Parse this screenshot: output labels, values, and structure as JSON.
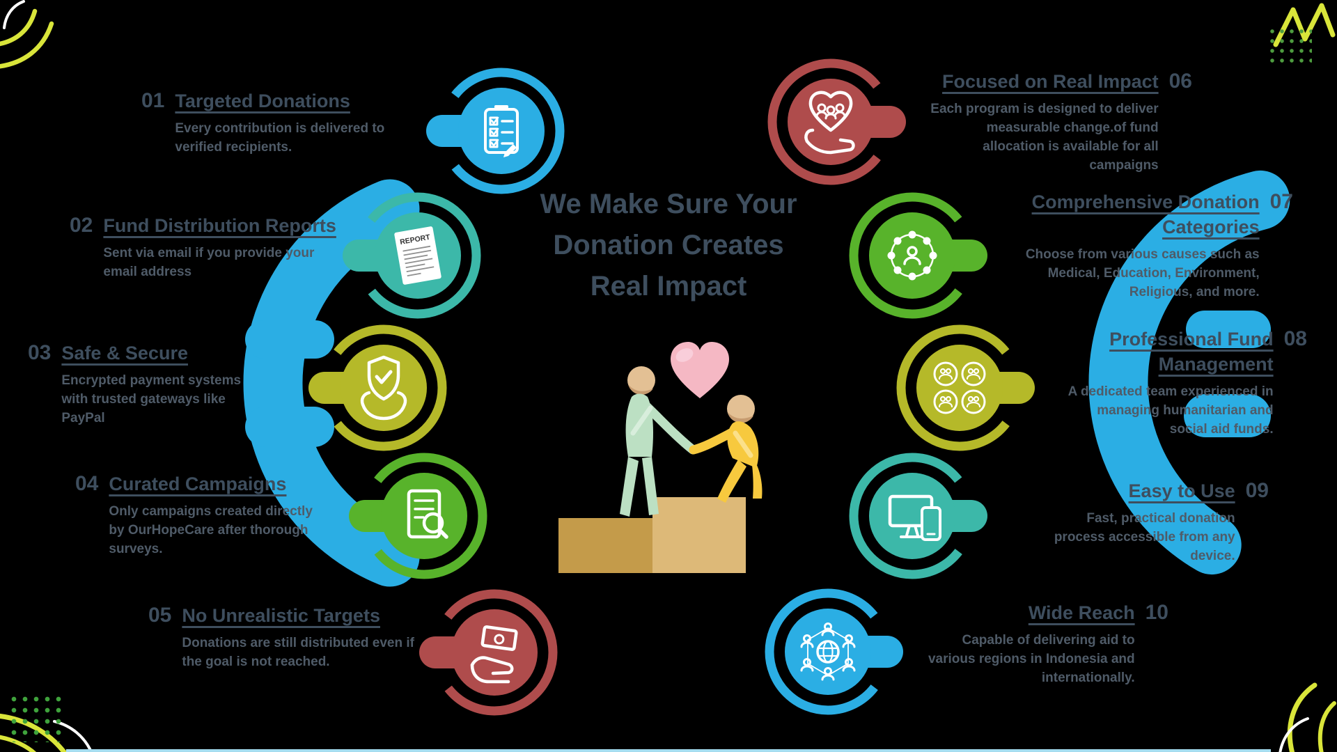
{
  "page": {
    "background": "#000000"
  },
  "center_title": {
    "lines": [
      "We Make Sure Your",
      "Donation Creates",
      "Real Impact"
    ]
  },
  "items": [
    {
      "number": "01",
      "side": "left",
      "icon": "checklist-clipboard-icon",
      "color": "#2BAEE4",
      "title": "Targeted Donations",
      "body": "Every contribution is delivered to verified recipients."
    },
    {
      "number": "02",
      "side": "left",
      "icon": "report-document-icon",
      "color": "#3CB8A9",
      "title": "Fund Distribution Reports",
      "body": "Sent via email if you provide your email address",
      "icon_label": "REPORT"
    },
    {
      "number": "03",
      "side": "left",
      "icon": "hands-holding-shield-check-icon",
      "color": "#B5B929",
      "title": "Safe & Secure",
      "body": "Encrypted payment systems with trusted gateways like PayPal"
    },
    {
      "number": "04",
      "side": "left",
      "icon": "document-magnifier-icon",
      "color": "#58B32B",
      "title": "Curated Campaigns",
      "body": "Only campaigns created directly by OurHopeCare after thorough surveys."
    },
    {
      "number": "05",
      "side": "left",
      "icon": "hand-giving-money-icon",
      "color": "#AF4C4C",
      "title": "No Unrealistic Targets",
      "body": "Donations are still distributed even if the goal is not reached."
    },
    {
      "number": "06",
      "side": "right",
      "icon": "hand-holding-heart-people-icon",
      "color": "#AF4C4C",
      "title": "Focused on Real Impact",
      "body": "Each program is designed to deliver measurable change.of fund allocation is available for all campaigns"
    },
    {
      "number": "07",
      "side": "right",
      "icon": "people-network-icon",
      "color": "#58B32B",
      "title": "Comprehensive Donation Categories",
      "body": "Choose from various causes such as Medical, Education, Environment, Religious, and more."
    },
    {
      "number": "08",
      "side": "right",
      "icon": "team-groups-icon",
      "color": "#B5B929",
      "title": "Professional Fund Management",
      "body": "A dedicated team experienced in managing humanitarian and social aid funds."
    },
    {
      "number": "09",
      "side": "right",
      "icon": "devices-monitor-phone-icon",
      "color": "#3CB8A9",
      "title": "Easy to Use",
      "body": "Fast, practical donation process accessible from any device."
    },
    {
      "number": "10",
      "side": "right",
      "icon": "globe-people-icon",
      "color": "#2BAEE4",
      "title": "Wide Reach",
      "body": "Capable of delivering aid to various regions in Indonesia and internationally."
    }
  ],
  "colors": {
    "background": "#000000",
    "accent_blue": "#2BAEE4",
    "accent_teal": "#3CB8A9",
    "accent_olive": "#B5B929",
    "accent_green": "#58B32B",
    "accent_red": "#AF4C4C",
    "title_text": "#3E4E5E",
    "body_text": "#4F5B68",
    "decor_lime": "#D9E53A",
    "decor_white": "#FFFFFF",
    "decor_dot_green": "#3FA33C",
    "heart_pink": "#F5B8C4",
    "heart_highlight": "#F9CEDA",
    "figure_mint": "#BCE0C3",
    "figure_yellow": "#F7C93E",
    "skin_tan": "#E3C094",
    "skin_shadow": "#C79C70",
    "podium_dark": "#C49B4A",
    "podium_light": "#DDB978"
  },
  "center_illustration": {
    "elements": [
      "pink-heart",
      "helper-figure",
      "receiver-figure",
      "podium-steps"
    ]
  }
}
